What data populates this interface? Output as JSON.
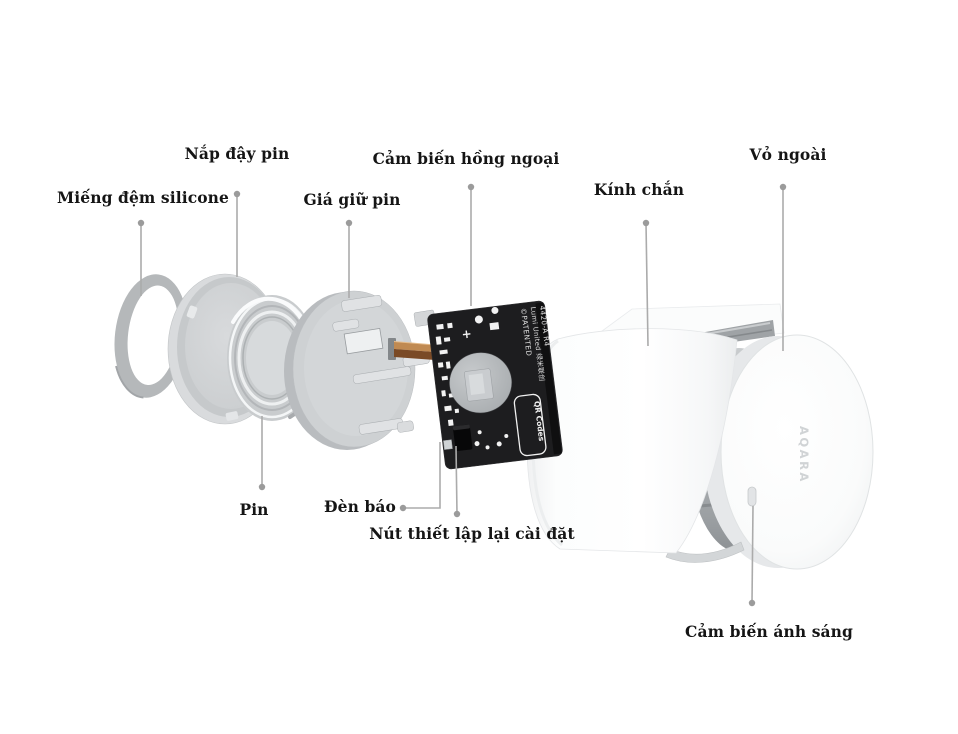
{
  "labels": {
    "silicone_pad": "Miếng đệm silicone",
    "battery_cover": "Nắp đậy pin",
    "battery_holder": "Giá giữ pin",
    "ir_sensor": "Cảm biến hồng ngoại",
    "shield": "Kính chắn",
    "outer_shell": "Vỏ ngoài",
    "battery": "Pin",
    "indicator_led": "Đèn báo",
    "reset_button": "Nút thiết lập lại cài đặt",
    "light_sensor": "Cảm biến ánh sáng"
  },
  "pcb_text": {
    "model": "4420-A R4",
    "maker": "Lumi United 绿米联创",
    "patent": "©PATENTED",
    "qr_box": "QR Codes",
    "plus_mark": "+"
  },
  "shell_logo": "AQARA",
  "colors": {
    "label_text": "#151515",
    "leader_line": "#ababab",
    "leader_dot": "#9b9b9b",
    "pcb_black": "#1d1d1f",
    "copper": "#c08a52",
    "part_gray": "#ced1d3",
    "shell_white": "#fdfdfe"
  }
}
